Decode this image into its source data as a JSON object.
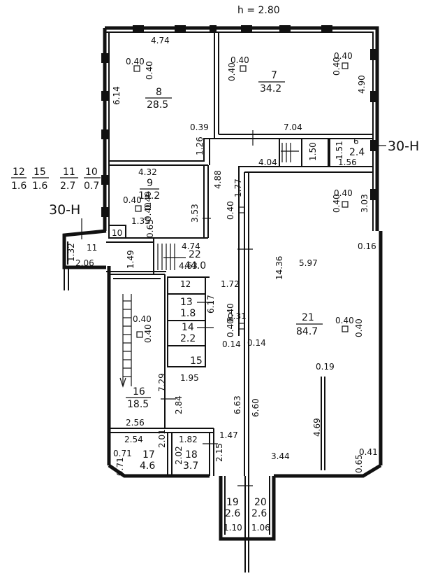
{
  "header": {
    "ceiling_height": "h = 2.80"
  },
  "section_labels": [
    "30-H",
    "30-H"
  ],
  "summary": {
    "numbers": [
      "12",
      "15",
      "11",
      "10"
    ],
    "areas": [
      "1.6",
      "1.6",
      "2.7",
      "0.7"
    ]
  },
  "rooms": [
    {
      "number": "8",
      "area": "28.5"
    },
    {
      "number": "7",
      "area": "34.2"
    },
    {
      "number": "6",
      "area": "2.4"
    },
    {
      "number": "9",
      "area": "14.2"
    },
    {
      "number": "10",
      "area": ""
    },
    {
      "number": "11",
      "area": ""
    },
    {
      "number": "22",
      "area": "44.0"
    },
    {
      "number": "12",
      "area": ""
    },
    {
      "number": "13",
      "area": "1.8"
    },
    {
      "number": "14",
      "area": "2.2"
    },
    {
      "number": "15",
      "area": ""
    },
    {
      "number": "16",
      "area": "18.5"
    },
    {
      "number": "17",
      "area": "4.6"
    },
    {
      "number": "18",
      "area": "3.7"
    },
    {
      "number": "21",
      "area": "84.7"
    },
    {
      "number": "19",
      "area": "2.6"
    },
    {
      "number": "20",
      "area": "2.6"
    }
  ],
  "dimensions": [
    "4.74",
    "6.14",
    "0.39",
    "1.26",
    "7.04",
    "4.90",
    "1.50",
    "1.51",
    "1.56",
    "4.04",
    "4.32",
    "3.53",
    "4.88",
    "1.77",
    "3.03",
    "1.35",
    "0.65",
    "1.49",
    "1.32",
    "2.06",
    "4.74",
    "4.63",
    "14.36",
    "5.97",
    "0.16",
    "1.72",
    "6.17",
    "0.31",
    "0.14",
    "0.14",
    "1.95",
    "7.29",
    "2.84",
    "6.63",
    "6.60",
    "0.19",
    "4.69",
    "2.56",
    "2.54",
    "2.01",
    "0.71",
    "0.71",
    "1.82",
    "2.02",
    "2.15",
    "1.47",
    "3.44",
    "0.65",
    "0.41",
    "1.10",
    "1.06"
  ],
  "column_labels": [
    "0.40",
    "0.40",
    "0.40",
    "0.40",
    "0.40",
    "0.40",
    "0.40",
    "0.40",
    "0.40",
    "0.40",
    "0.40",
    "0.40",
    "0.40",
    "0.40",
    "0.40",
    "0.40",
    "0.40",
    "0.40"
  ]
}
